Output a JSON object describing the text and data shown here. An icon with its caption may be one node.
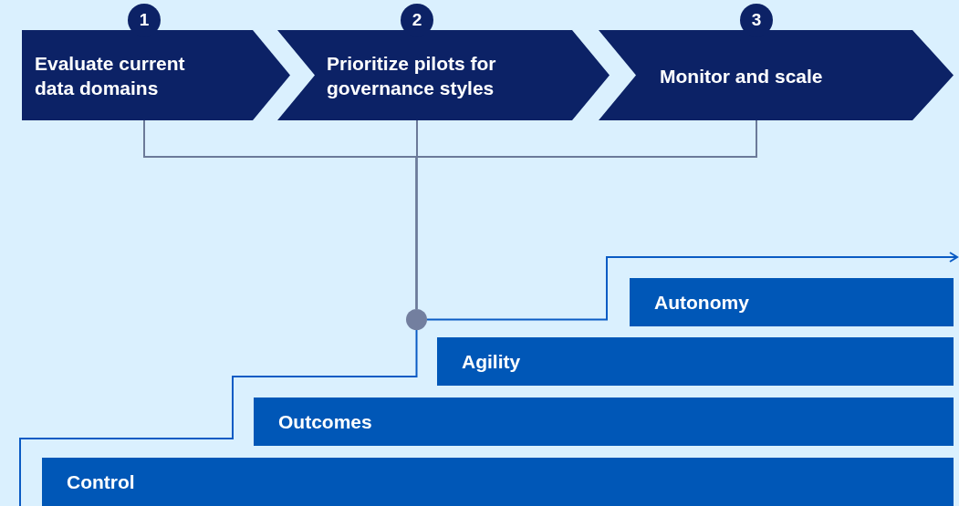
{
  "diagram": {
    "nodes": [
      {
        "text": [
          "1",
          "Evaluate current data domains"
        ]
      },
      {
        "text": [
          "2",
          "Prioritize pilots for governance styles"
        ]
      },
      {
        "text": [
          "3",
          "Monitor and scale"
        ]
      },
      {
        "text": [],
        "shape": "circle"
      },
      {
        "text": [
          "Autonomy"
        ]
      },
      {
        "text": [
          "Agility"
        ]
      },
      {
        "text": [
          "Outcomes"
        ]
      },
      {
        "text": [
          "Control"
        ]
      }
    ],
    "edges": [
      {
        "from": 0,
        "to": 3,
        "arrow": "none"
      },
      {
        "from": 1,
        "to": 3,
        "arrow": "none"
      },
      {
        "from": 2,
        "to": 3,
        "arrow": "none"
      },
      {
        "from": null,
        "to": 3,
        "arrow": "none",
        "color": "#0a5bc4"
      },
      {
        "from": 3,
        "to": 4,
        "arrow": "to",
        "color": "#0a5bc4"
      }
    ]
  }
}
